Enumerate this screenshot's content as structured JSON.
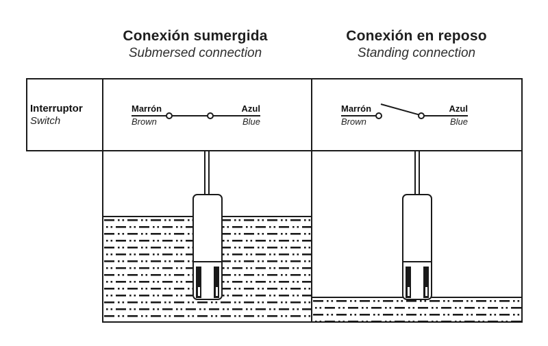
{
  "diagram": {
    "type": "level-switch wiring diagram",
    "background": "#ffffff",
    "line_color": "#1a1a1a"
  },
  "headers": [
    {
      "title": "Conexión sumergida",
      "subtitle": "Submersed connection"
    },
    {
      "title": "Conexión en reposo",
      "subtitle": "Standing connection"
    }
  ],
  "switch_row": {
    "label_primary": "Interruptor",
    "label_secondary": "Switch"
  },
  "circuits": [
    {
      "state": "closed",
      "left_terminal": {
        "primary": "Marrón",
        "secondary": "Brown"
      },
      "right_terminal": {
        "primary": "Azul",
        "secondary": "Blue"
      }
    },
    {
      "state": "open",
      "left_terminal": {
        "primary": "Marrón",
        "secondary": "Brown"
      },
      "right_terminal": {
        "primary": "Azul",
        "secondary": "Blue"
      }
    }
  ],
  "scenes": [
    {
      "name": "probe submerged in liquid",
      "water_level": "high"
    },
    {
      "name": "probe above liquid at rest",
      "water_level": "low"
    }
  ]
}
